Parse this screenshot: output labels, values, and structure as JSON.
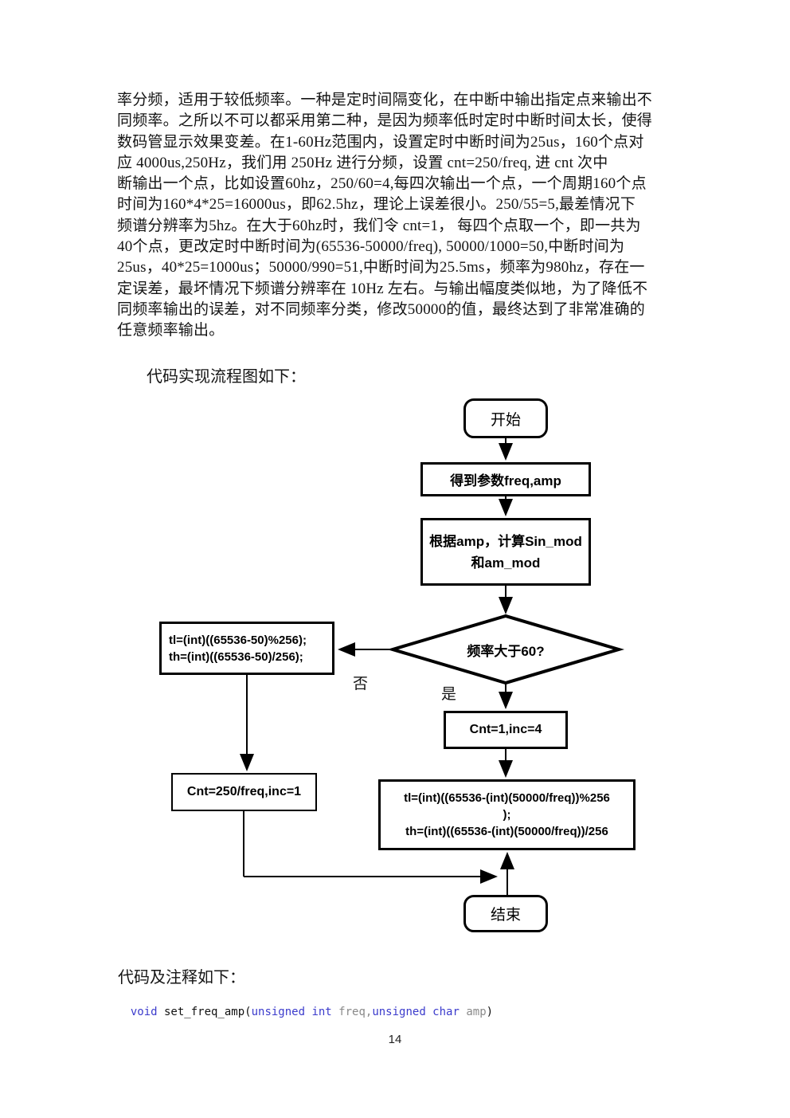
{
  "intro": {
    "lines": [
      "率分频，适用于较低频率。一种是定时间隔变化，在中断中输出指定点来输出不",
      "同频率。之所以不可以都采用第二种，是因为频率低时定时中断时间太长，使得",
      "数码管显示效果变差。在1-60Hz范围内，设置定时中断时间为25us，160个点对",
      "应 4000us,250Hz，我们用 250Hz 进行分频，设置 cnt=250/freq, 进 cnt 次中",
      "断输出一个点，比如设置60hz，250/60=4,每四次输出一个点，一个周期160个点",
      "时间为160*4*25=16000us，即62.5hz，理论上误差很小。250/55=5,最差情况下",
      "频谱分辨率为5hz。在大于60hz时，我们令 cnt=1， 每四个点取一个，即一共为",
      "40个点，更改定时中断时间为(65536-50000/freq), 50000/1000=50,中断时间为",
      "25us，40*25=1000us；50000/990=51,中断时间为25.5ms，频率为980hz，存在一",
      "定误差，最坏情况下频谱分辨率在 10Hz 左右。与输出幅度类似地，为了降低不",
      "同频率输出的误差，对不同频率分类，修改50000的值，最终达到了非常准确的",
      "任意频率输出。"
    ]
  },
  "flowchart": {
    "caption": "代码实现流程图如下：",
    "nodes": {
      "start": "开始",
      "get_params": "得到参数freq,amp",
      "calc_line1": "根据amp，计算Sin_mod",
      "calc_line2": "和am_mod",
      "decision": "频率大于60?",
      "no_label": "否",
      "yes_label": "是",
      "low_line1": "tl=(int)((65536-50)%256);",
      "low_line2": "th=(int)((65536-50)/256);",
      "cnt_high": "Cnt=1,inc=4",
      "cnt_low": "Cnt=250/freq,inc=1",
      "high_line1": "tl=(int)((65536-(int)(50000/freq))%256",
      "high_line2": ");",
      "high_line3": "th=(int)((65536-(int)(50000/freq))/256",
      "end": "结束"
    }
  },
  "code_section": {
    "heading": "代码及注释如下：",
    "tokens": [
      {
        "text": "void",
        "type": "keyword"
      },
      {
        "text": " set_freq_amp(",
        "type": "plain"
      },
      {
        "text": "unsigned int",
        "type": "keyword"
      },
      {
        "text": " freq,",
        "type": "identifier"
      },
      {
        "text": "unsigned char",
        "type": "keyword"
      },
      {
        "text": " amp",
        "type": "identifier"
      },
      {
        "text": ")",
        "type": "plain"
      }
    ],
    "colors": {
      "keyword": "#3b3bcc",
      "identifier": "#8a8a8a",
      "plain": "#111111"
    }
  },
  "footer": {
    "page_number": "14"
  }
}
